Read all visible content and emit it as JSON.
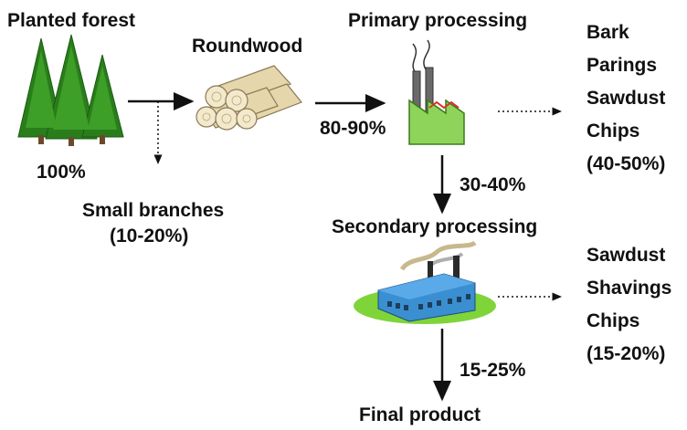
{
  "nodes": {
    "planted_forest": "Planted forest",
    "roundwood": "Roundwood",
    "primary_processing": "Primary processing",
    "secondary_processing": "Secondary processing",
    "final_product": "Final product",
    "small_branches": "Small branches",
    "small_branches_pct": "(10-20%)"
  },
  "percentages": {
    "forest": "100%",
    "to_primary": "80-90%",
    "to_secondary": "30-40%",
    "to_final": "15-25%"
  },
  "primary_residues": {
    "items": [
      "Bark",
      "Parings",
      "Sawdust",
      "Chips"
    ],
    "pct": "(40-50%)"
  },
  "secondary_residues": {
    "items": [
      "Sawdust",
      "Shavings",
      "Chips"
    ],
    "pct": "(15-20%)"
  },
  "icons": [
    "trees-icon",
    "log-pile-icon",
    "sawmill-factory-icon",
    "factory-icon"
  ],
  "colors": {
    "tree_green": "#2e8b1e",
    "log_tan": "#e8d8b0",
    "factory_green": "#7ec850",
    "factory_blue": "#3a8fd0",
    "ground_green": "#7fd43a"
  }
}
